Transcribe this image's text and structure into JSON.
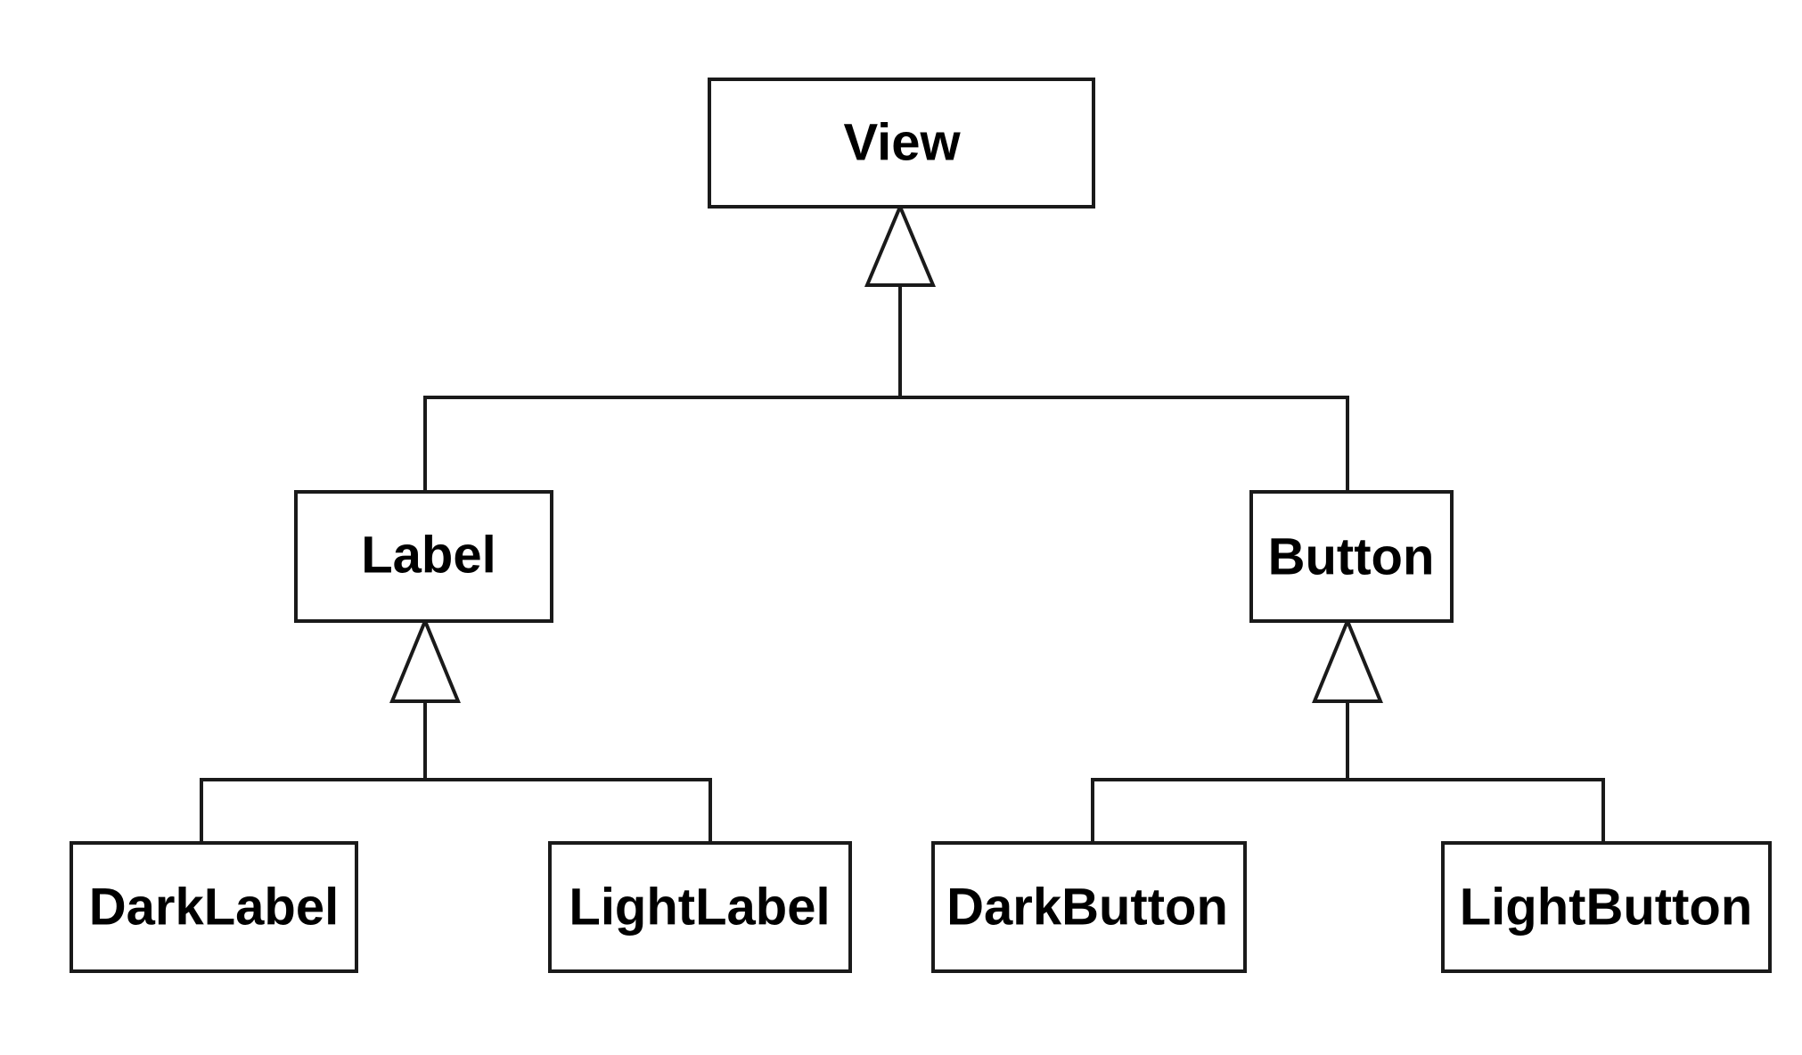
{
  "diagram": {
    "type": "class-hierarchy",
    "classes": {
      "view": "View",
      "label": "Label",
      "button": "Button",
      "dark_label": "DarkLabel",
      "light_label": "LightLabel",
      "dark_button": "DarkButton",
      "light_button": "LightButton"
    },
    "relationships": [
      {
        "child": "Label",
        "parent": "View",
        "kind": "inheritance"
      },
      {
        "child": "Button",
        "parent": "View",
        "kind": "inheritance"
      },
      {
        "child": "DarkLabel",
        "parent": "Label",
        "kind": "inheritance"
      },
      {
        "child": "LightLabel",
        "parent": "Label",
        "kind": "inheritance"
      },
      {
        "child": "DarkButton",
        "parent": "Button",
        "kind": "inheritance"
      },
      {
        "child": "LightButton",
        "parent": "Button",
        "kind": "inheritance"
      }
    ]
  }
}
